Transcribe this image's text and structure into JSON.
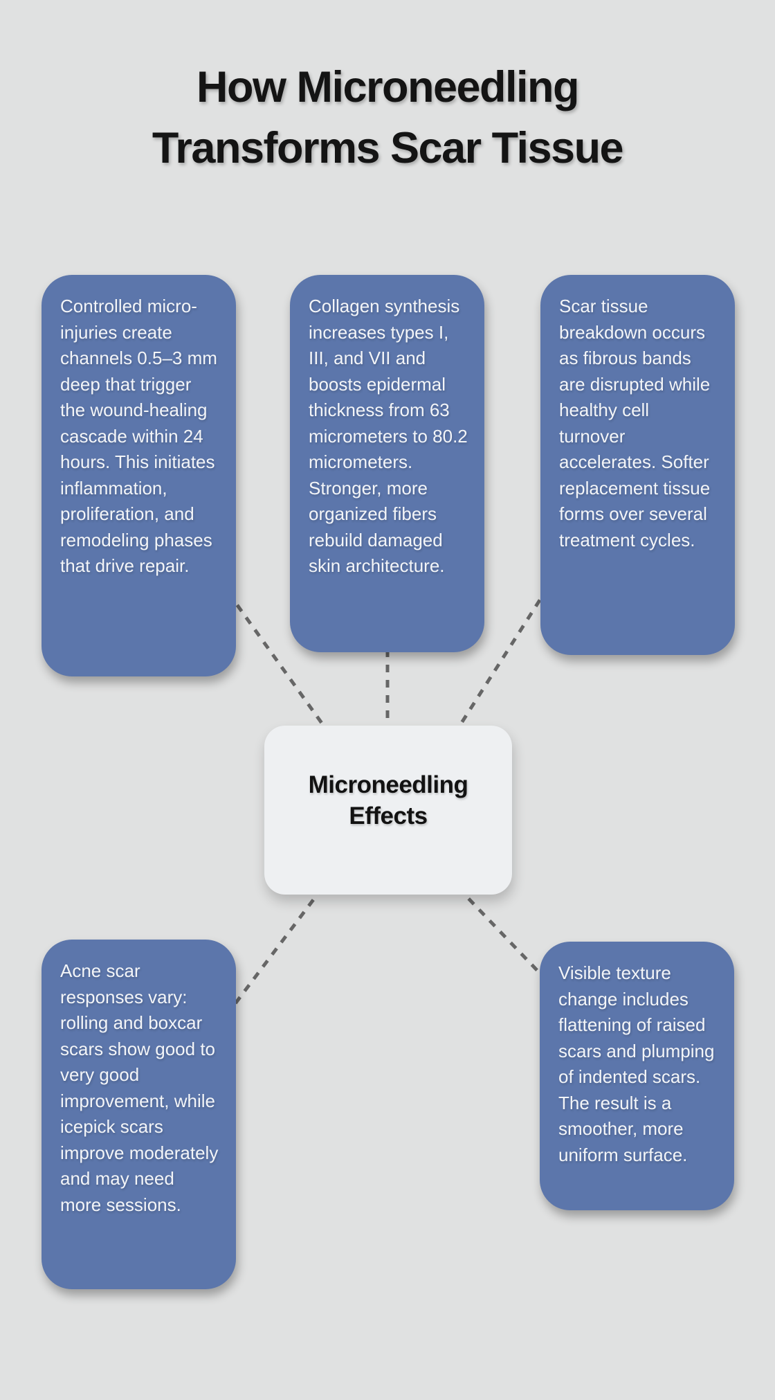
{
  "title": {
    "line1": "How Microneedling",
    "line2": "Transforms Scar Tissue"
  },
  "center_node": {
    "line1": "Microneedling",
    "line2": "Effects"
  },
  "cards": [
    {
      "id": "wound-healing-cascade",
      "text": "Controlled micro-injuries create channels 0.5–3 mm deep that trigger the wound-healing cascade within 24 hours. This initiates inflammation, proliferation, and remodeling phases that drive repair."
    },
    {
      "id": "collagen-synthesis",
      "text": "Collagen synthesis increases types I, III, and VII and boosts epidermal thickness from 63 micrometers to 80.2 micrometers. Stronger, more organized fibers rebuild damaged skin architecture."
    },
    {
      "id": "scar-tissue-breakdown",
      "text": "Scar tissue breakdown occurs as fibrous bands are disrupted while healthy cell turnover accelerates. Softer replacement tissue forms over several treatment cycles."
    },
    {
      "id": "acne-scar-responses",
      "text": "Acne scar responses vary: rolling and boxcar scars show good to very good improvement, while icepick scars improve moderately and may need more sessions."
    },
    {
      "id": "visible-texture-change",
      "text": "Visible texture change includes flattening of raised scars and plumping of indented scars. The result is a smoother, more uniform surface."
    }
  ],
  "colors": {
    "background": "#e0e1e1",
    "card": "#5c76ab",
    "card_text": "#f3f5f8",
    "center_box": "#eef0f2",
    "center_text": "#121212",
    "connector": "#666666",
    "title_text": "#141414"
  }
}
